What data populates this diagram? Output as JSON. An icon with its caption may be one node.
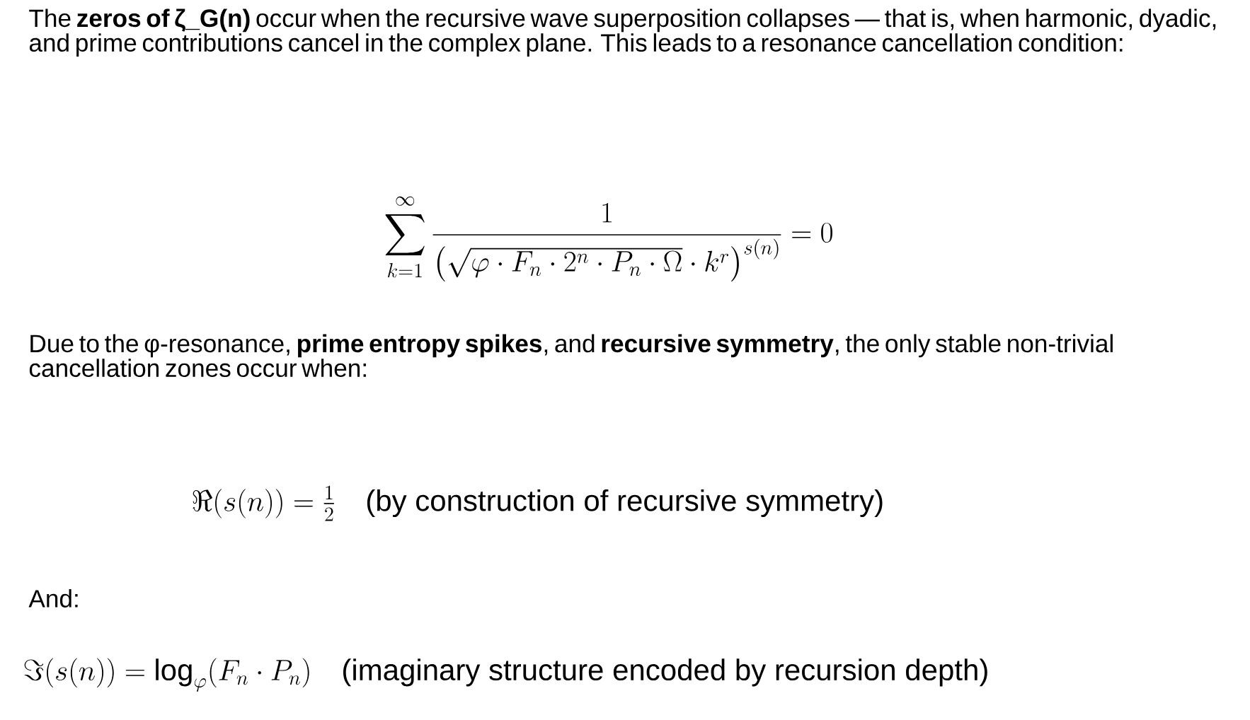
{
  "diagram": {
    "labels": [
      "The **zeros of ζ_G(n)** occur when the recursive wave superposition collapses — that is, when harmonic, dyadic, and prime contributions cancel in the complex plane. This leads to a resonance cancellation condition:",
      "\\sum_{k=1}^{\\infty} \\frac{1}{\\left(\\sqrt{\\varphi \\cdot F_n \\cdot 2^n \\cdot P_n \\cdot \\Omega} \\cdot k^r\\right)^{s(n)}} = 0",
      "Due to the φ-resonance, **prime entropy spikes**, and **recursive symmetry**, the only stable non-trivial cancellation zones occur when:",
      "\\Re(s(n)) = \\frac{1}{2} \\quad \\text{(by construction of recursive symmetry)}",
      "And:",
      "\\Im(s(n)) = \\log_{\\varphi}(F_n \\cdot P_n) \\quad \\text{(imaginary structure encoded by recursion depth)}"
    ]
  }
}
